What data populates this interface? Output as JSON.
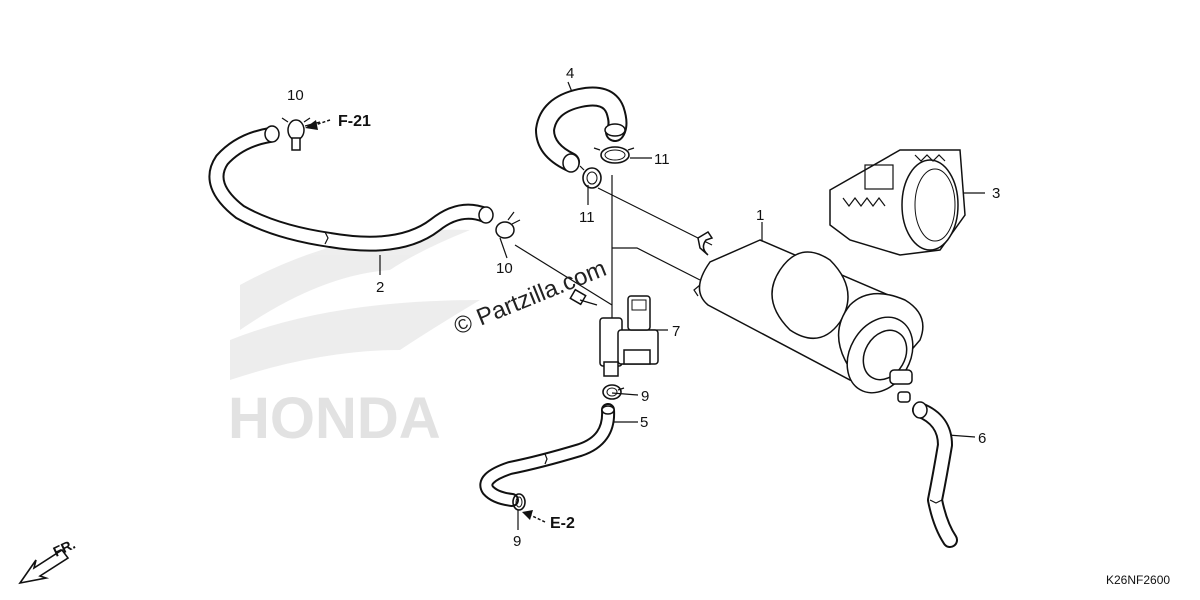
{
  "callouts": {
    "c1": "1",
    "c2": "2",
    "c3": "3",
    "c4": "4",
    "c5": "5",
    "c6": "6",
    "c7": "7",
    "c9a": "9",
    "c9b": "9",
    "c10a": "10",
    "c10b": "10",
    "c11a": "11",
    "c11b": "11"
  },
  "references": {
    "f21": "F-21",
    "e2": "E-2"
  },
  "front_marker": "FR.",
  "watermark": "© Partzilla.com",
  "diagram_code": "K26NF2600",
  "background_logo": "HONDA"
}
